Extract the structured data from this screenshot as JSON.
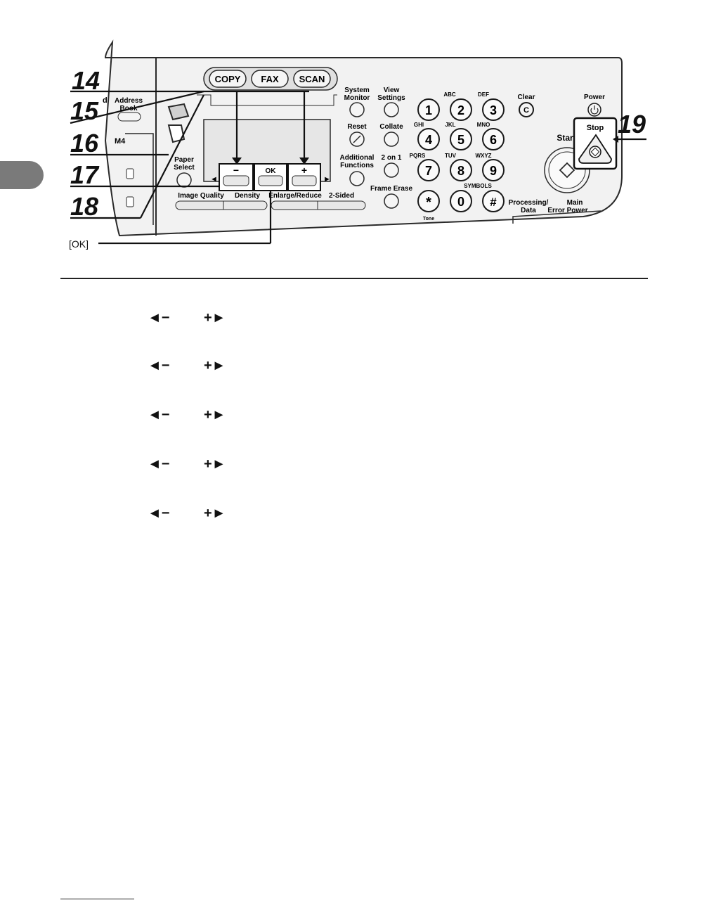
{
  "colors": {
    "panel_bg": "#f2f2f2",
    "panel_line": "#2a2a2a",
    "side_tab": "#7a7a7a"
  },
  "callouts": {
    "n14": "14",
    "n15": "15",
    "n16": "16",
    "n17": "17",
    "n18": "18",
    "n19": "19",
    "ok_label": "[OK]"
  },
  "panel": {
    "mode_buttons": [
      "COPY",
      "FAX",
      "SCAN"
    ],
    "left_edge": {
      "partial_d": "d",
      "address_book_1": "Address",
      "address_book_2": "Book",
      "m4": "M4"
    },
    "paper_select": [
      "Paper",
      "Select"
    ],
    "nav": {
      "minus": "−",
      "ok": "OK",
      "plus": "+",
      "left": "◄",
      "right": "►"
    },
    "bottom_labels": {
      "image_quality": "Image Quality",
      "density": "Density",
      "enlarge": "Enlarge/Reduce",
      "two_sided": "2-Sided"
    },
    "system_monitor": [
      "System",
      "Monitor"
    ],
    "view_settings": [
      "View",
      "Settings"
    ],
    "reset": "Reset",
    "collate": "Collate",
    "additional": [
      "Additional",
      "Functions"
    ],
    "two_on_one": "2 on 1",
    "frame_erase": "Frame Erase",
    "keypad": [
      "1",
      "2",
      "3",
      "4",
      "5",
      "6",
      "7",
      "8",
      "9",
      "*",
      "0",
      "#"
    ],
    "key_letters": {
      "k2": "ABC",
      "k3": "DEF",
      "k4": "GHI",
      "k5": "JKL",
      "k6": "MNO",
      "k7": "PQRS",
      "k8": "TUV",
      "k9": "WXYZ",
      "k0": "SYMBOLS",
      "kstar": "Tone"
    },
    "clear": "Clear",
    "clear_key": "C",
    "power": "Power",
    "start": "Start",
    "stop": "Stop",
    "processing": [
      "Processing/",
      "Data"
    ],
    "main_power": [
      "Main",
      "Error Power"
    ]
  },
  "arrow_rows": [
    "◄−",
    "+►"
  ]
}
